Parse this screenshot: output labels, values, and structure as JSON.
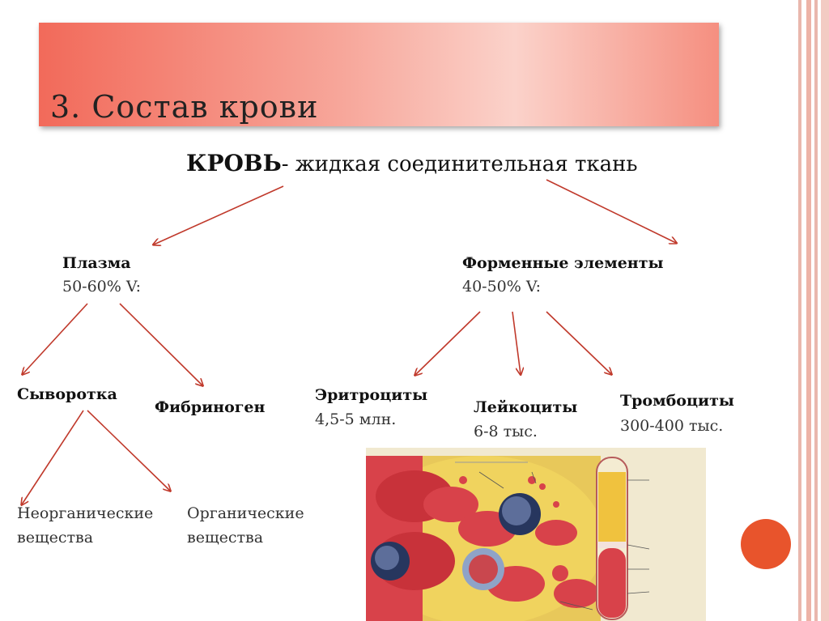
{
  "slide": {
    "title": "3. Состав крови",
    "definition": {
      "term": "КРОВЬ",
      "text": "- жидкая соединительная ткань"
    },
    "plasma": {
      "label": "Плазма",
      "value": "50-60% V:"
    },
    "formed": {
      "label": "Форменные элементы",
      "value": "40-50% V:"
    },
    "serum": {
      "label": "Сыворотка"
    },
    "fibrinogen": {
      "label": "Фибриноген"
    },
    "erythrocytes": {
      "label": "Эритроциты",
      "value": "4,5-5 млн."
    },
    "leukocytes": {
      "label": "Лейкоциты",
      "value": "6-8 тыс."
    },
    "thrombocytes": {
      "label": "Тромбоциты",
      "value": "300-400 тыс."
    },
    "inorganic": {
      "line1": "Неорганические",
      "line2": "вещества"
    },
    "organic": {
      "line1": "Органические",
      "line2": "вещества"
    }
  },
  "colors": {
    "arrow": "#c0392b",
    "banner": "#f26a5a",
    "accent_circle": "#e8542c",
    "stripe": "#e9a79a"
  }
}
